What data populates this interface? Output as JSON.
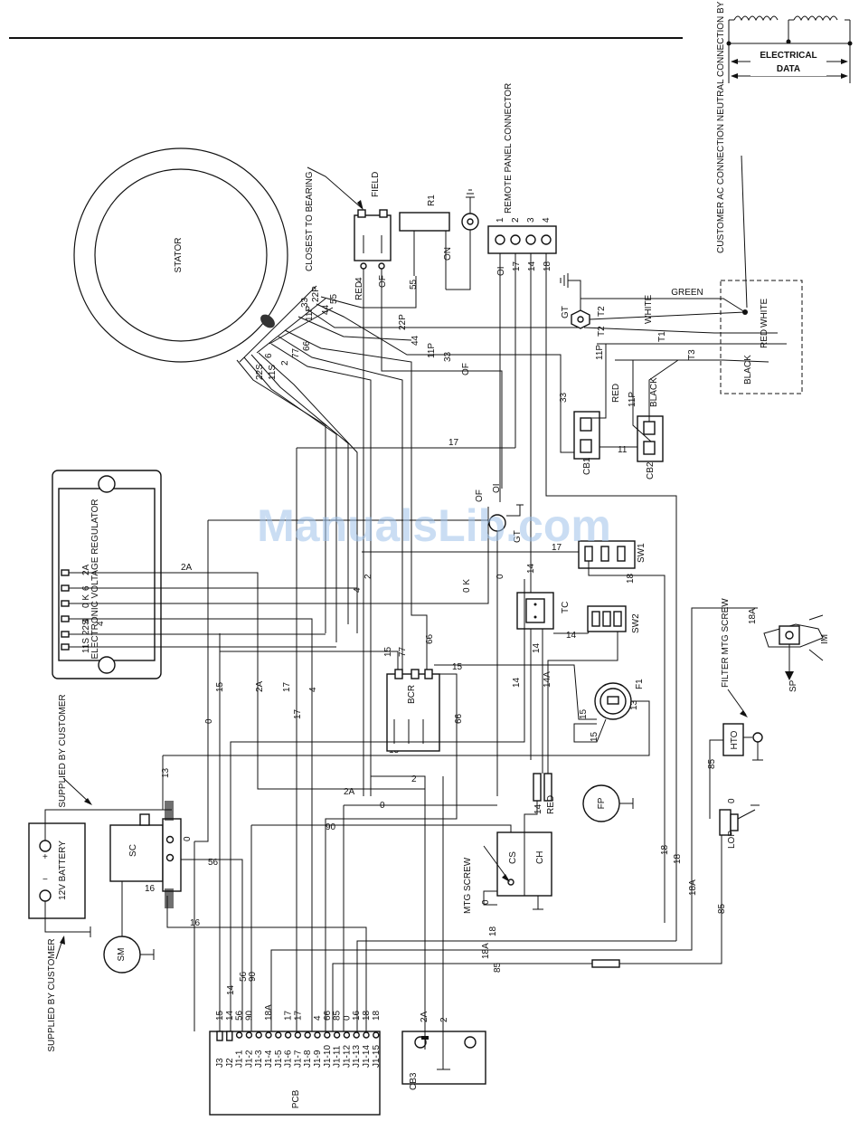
{
  "header": {
    "title_box": "ELECTRICAL DATA"
  },
  "watermark": "ManualsLib.com",
  "components": {
    "stator": "STATOR",
    "field": "FIELD",
    "closest_to_bearing": "CLOSEST TO BEARING",
    "r1": "R1",
    "remote_panel": "REMOTE PANEL CONNECTOR",
    "customer_note": "CUSTOMER AC CONNECTION NEUTRAL CONNECTION BY CUSTOMER",
    "evr": "ELECTRONIC VOLTAGE REGULATOR",
    "bcr": "BCR",
    "battery": "12V BATTERY",
    "sc": "SC",
    "sm": "SM",
    "supplied_top": "SUPPLIED BY CUSTOMER",
    "supplied_bottom": "SUPPLIED BY CUSTOMER",
    "pcb": "PCB",
    "cb1": "CB1",
    "cb2": "CB2",
    "cb3": "CB3",
    "sw1": "SW1",
    "sw2": "SW2",
    "tc": "TC",
    "f1": "F1",
    "gt1": "GT",
    "gt2": "GT",
    "fp": "FP",
    "cs": "CS",
    "ch": "CH",
    "mtg_screw": "MTG SCREW",
    "filter_mtg_screw": "FILTER MTG SCREW",
    "hto": "HTO",
    "lop": "LOP",
    "im": "IM",
    "sp": "SP"
  },
  "remote_pins": [
    "1",
    "2",
    "3",
    "4"
  ],
  "evr_pins": [
    "2A",
    "6",
    "0 K",
    "4",
    "11S 22S"
  ],
  "pcb_pins": [
    "J3",
    "J2",
    "J1-1",
    "J1-2",
    "J1-3",
    "J1-4",
    "J1-5",
    "J1-6",
    "J1-7",
    "J1-8",
    "J1-9",
    "J1-10",
    "J1-11",
    "J1-12",
    "J1-13",
    "J1-14",
    "J1-15"
  ],
  "pcb_wires": [
    "15",
    "14",
    "56",
    "90",
    "",
    "18A",
    "",
    "17",
    "17",
    "",
    "4",
    "66",
    "85",
    "0",
    "16",
    "18",
    "18"
  ],
  "stator_leads": [
    "33",
    "22P",
    "11P",
    "55",
    "66",
    "77",
    "2",
    "6",
    "11S",
    "22S",
    "44"
  ],
  "wire_labels": {
    "w0": "0",
    "w2": "2",
    "w2a": "2A",
    "w4": "4",
    "w6": "6",
    "w11": "11",
    "w11p": "11P",
    "w13": "13",
    "w14": "14",
    "w14a": "14A",
    "w15": "15",
    "w16": "16",
    "w17": "17",
    "w18": "18",
    "w18a": "18A",
    "w22p": "22P",
    "w33": "33",
    "w44": "44",
    "w55": "55",
    "w56": "56",
    "w66": "66",
    "w77": "77",
    "w85": "85",
    "w90": "90",
    "wok": "0 K",
    "woi": "OI",
    "wof": "OF",
    "won": "ON"
  },
  "terminals": {
    "t1": "T1",
    "t2": "T2",
    "t3": "T3",
    "green": "GREEN",
    "white": "WHITE",
    "red": "RED",
    "black": "BLACK"
  },
  "battery_signs": {
    "plus": "+",
    "minus": "−"
  }
}
